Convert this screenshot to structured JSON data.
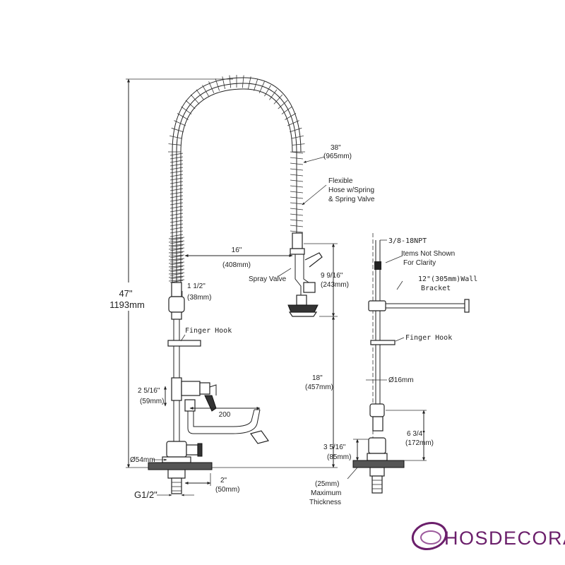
{
  "diagram": {
    "front_view": {
      "hose_length": {
        "in": "38\"",
        "mm": "(965mm)"
      },
      "hose_desc": [
        "Flexible",
        "Hose w/Spring",
        "& Spring Valve"
      ],
      "reach": {
        "in": "16\"",
        "mm": "(408mm)"
      },
      "spray_height": {
        "in": "9 9/16\"",
        "mm": "(243mm)"
      },
      "spray_valve": "Spray Valve",
      "coupling": {
        "in": "1 1/2\"",
        "mm": "(38mm)"
      },
      "total_height": {
        "in": "47\"",
        "mm": "1193mm"
      },
      "finger_hook": "Finger Hook",
      "faucet_height": {
        "in": "2 5/16\"",
        "mm": "(59mm)"
      },
      "spout_length": "200",
      "base_clearance": {
        "in": "18\"",
        "mm": "(457mm)"
      },
      "base_diameter": "Ø54mm",
      "base_offset": {
        "in": "2\"",
        "mm": "(50mm)"
      },
      "thread": "G1/2\""
    },
    "side_view": {
      "npt": "3/8-18NPT",
      "items_not_shown": [
        "Items Not Shown",
        "For Clarity"
      ],
      "bracket": [
        "12\"(305mm)Wall",
        "Bracket"
      ],
      "finger_hook": "Finger Hook",
      "tube_diameter": "Ø16mm",
      "valve_height": {
        "in": "6 3/4\"",
        "mm": "(172mm)"
      },
      "base_height": {
        "in": "3 5/16\"",
        "mm": "(85mm)"
      },
      "max_thickness": [
        "(25mm)",
        "Maximum",
        "Thickness"
      ]
    }
  },
  "logo": {
    "text": "HOSDECORA",
    "accent": "#6b1f6b"
  }
}
